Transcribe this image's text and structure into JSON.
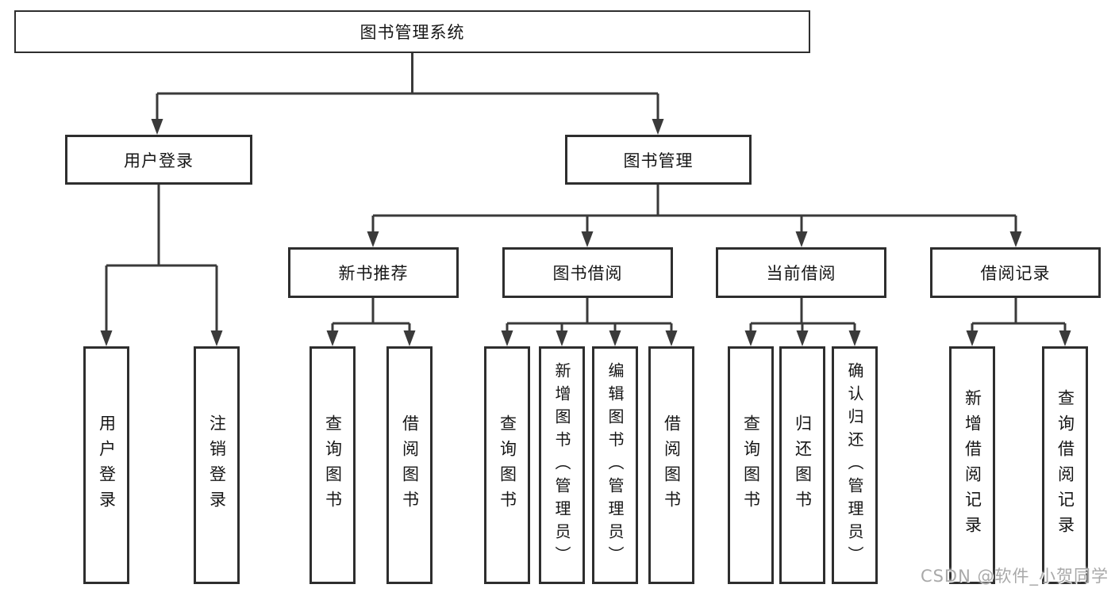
{
  "diagram": {
    "type": "tree",
    "root": {
      "label": "图书管理系统",
      "children": [
        {
          "label": "用户登录",
          "children": [
            {
              "label": "用户登录"
            },
            {
              "label": "注销登录"
            }
          ]
        },
        {
          "label": "图书管理",
          "children": [
            {
              "label": "新书推荐",
              "children": [
                {
                  "label": "查询图书"
                },
                {
                  "label": "借阅图书"
                }
              ]
            },
            {
              "label": "图书借阅",
              "children": [
                {
                  "label": "查询图书"
                },
                {
                  "label": "新增图书（管理员）"
                },
                {
                  "label": "编辑图书（管理员）"
                },
                {
                  "label": "借阅图书"
                }
              ]
            },
            {
              "label": "当前借阅",
              "children": [
                {
                  "label": "查询图书"
                },
                {
                  "label": "归还图书"
                },
                {
                  "label": "确认归还（管理员）"
                }
              ]
            },
            {
              "label": "借阅记录",
              "children": [
                {
                  "label": "新增借阅记录"
                },
                {
                  "label": "查询借阅记录"
                }
              ]
            }
          ]
        }
      ]
    },
    "colors": {
      "line": "#3a3a3a",
      "box_border": "#2e2e2e",
      "box_fill": "#ffffff",
      "text": "#161616",
      "watermark": "#a9a9a9"
    }
  },
  "watermark": {
    "text": "CSDN @软件_小贺同学"
  }
}
